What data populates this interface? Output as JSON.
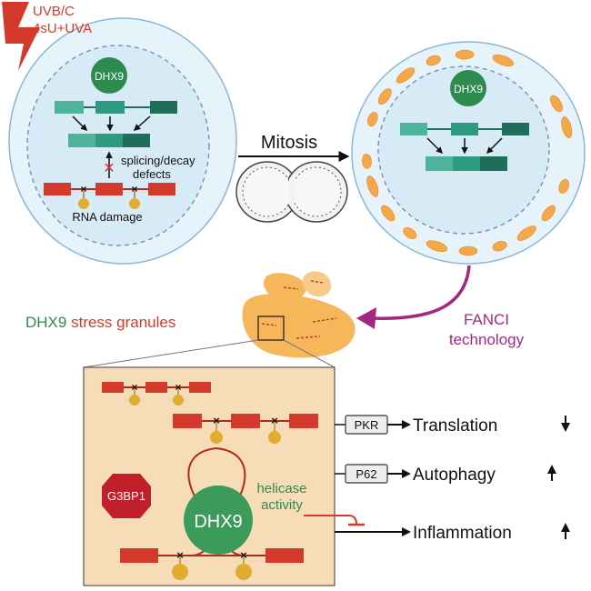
{
  "stress": {
    "line1": "UVB/C",
    "line2": "4sU+UVA"
  },
  "left_cell": {
    "protein": "DHX9",
    "defect_line1": "splicing/decay",
    "defect_line2": "defects",
    "damage_label": "RNA damage"
  },
  "mitosis_label": "Mitosis",
  "right_cell": {
    "protein": "DHX9"
  },
  "granules": {
    "protein_word": "DHX9",
    "stress_word": "stress granules"
  },
  "fanci": {
    "line1": "FANCI",
    "line2": "technology"
  },
  "zoom": {
    "g3bp1": "G3BP1",
    "dhx9": "DHX9",
    "helicase_line1": "helicase",
    "helicase_line2": "activity"
  },
  "outcomes": [
    {
      "box": "PKR",
      "label": "Translation",
      "direction": "down"
    },
    {
      "box": "P62",
      "label": "Autophagy",
      "direction": "up"
    },
    {
      "label": "Inflammation",
      "direction": "up"
    }
  ],
  "colors": {
    "red": "#d33a2c",
    "dhx9_green": "#2e8b4f",
    "teal_light": "#4db39a",
    "teal_mid": "#2f9a80",
    "teal_dark": "#1f6e5a",
    "granule_orange": "#f6b65a",
    "fanci_magenta": "#a3297e",
    "panel_fill": "#f7dcb8",
    "cell_fill": "#e6f3fb"
  }
}
